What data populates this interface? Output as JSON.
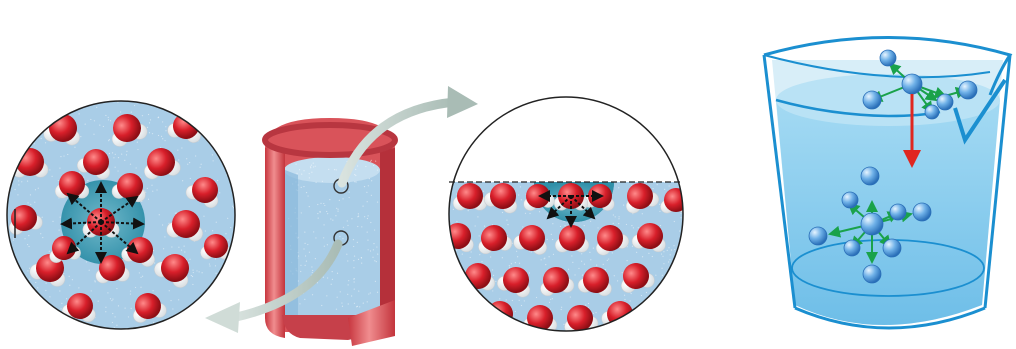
{
  "diagram": {
    "panels": [
      {
        "name": "bulk-molecule-magnified-view"
      },
      {
        "name": "liquid-container-cutaway"
      },
      {
        "name": "surface-molecule-magnified-view"
      },
      {
        "name": "beaker-attraction-forces"
      }
    ],
    "colors": {
      "liquid": "#a9cde7",
      "oxygen": "#d81f2a",
      "hydrogen": "#ffffff",
      "attraction_zone": "#2f8fa8",
      "container_wall": "#d9535a",
      "beaker_liquid": "#7fc6ea",
      "beaker_outline": "#1b8fd0",
      "molecule_blue": "#3b8fd6",
      "force_arrow_green": "#1aa24a",
      "net_force_arrow_red": "#e0261f",
      "link_arrow_gray": "#b8c8c2"
    },
    "icons": [
      "curved-arrow-icon",
      "curved-arrow-icon",
      "force-arrow-icon",
      "net-force-arrow-icon"
    ]
  }
}
